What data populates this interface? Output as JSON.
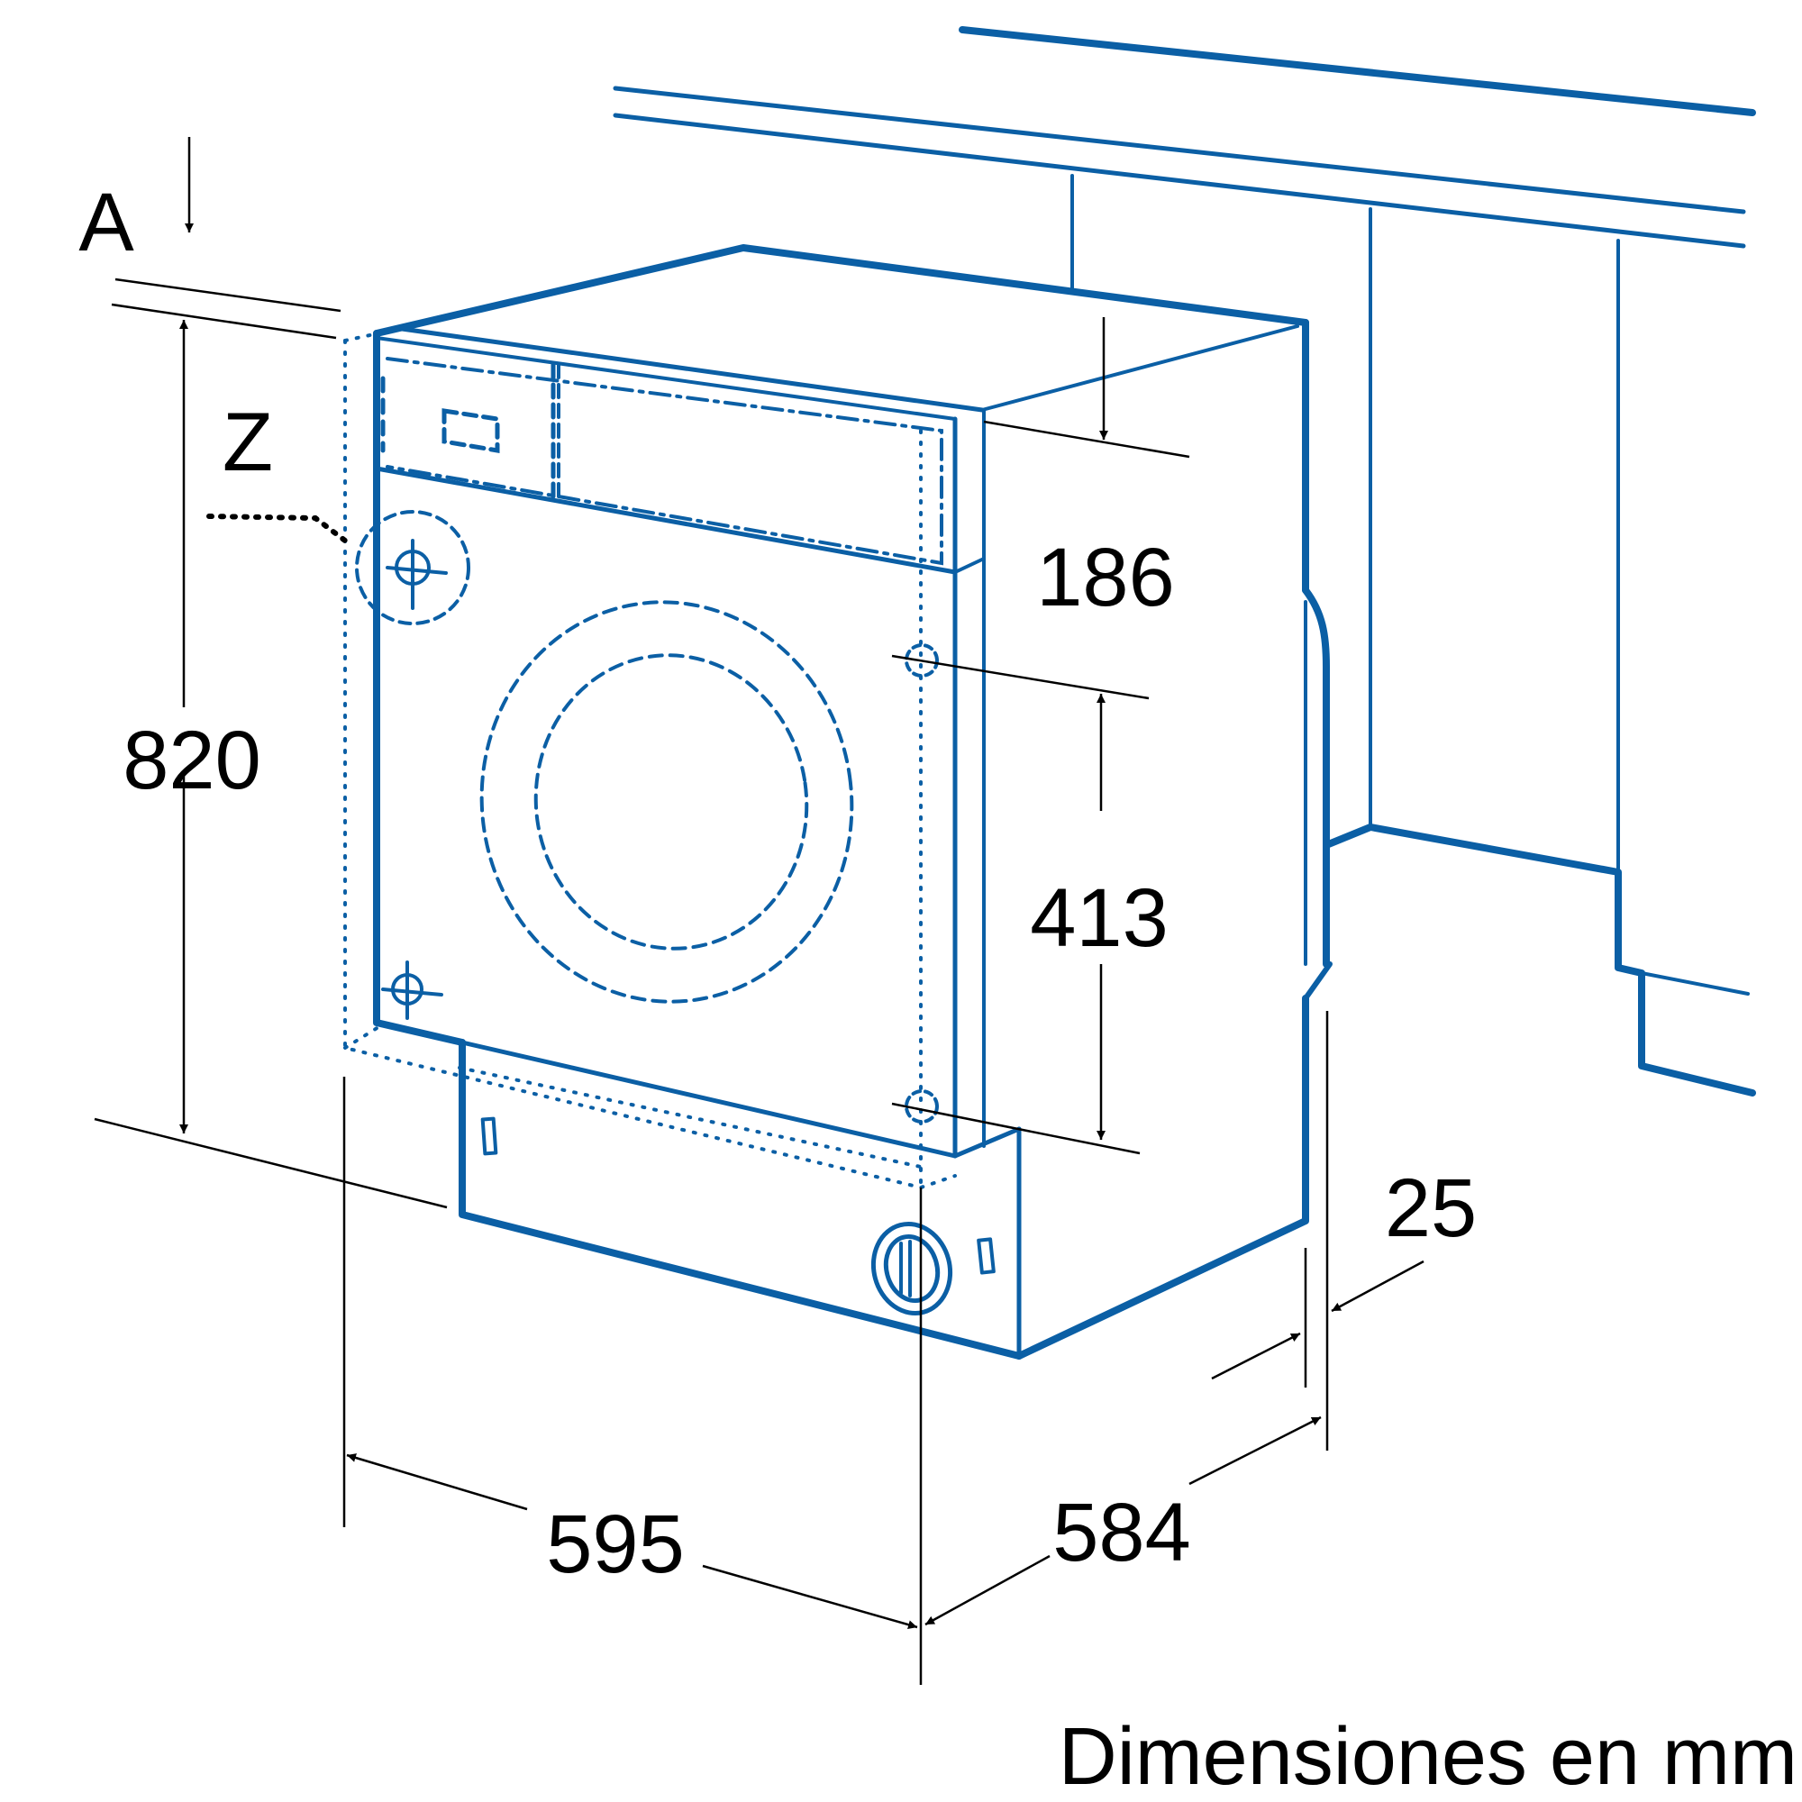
{
  "labels": {
    "a": "A",
    "z": "Z",
    "height": "820",
    "top_offset": "186",
    "door_height": "413",
    "clearance": "25",
    "width": "595",
    "depth": "584"
  },
  "caption": "Dimensiones en mm",
  "colors": {
    "appliance": "#0b5fa5",
    "dimension": "#000000",
    "background": "#ffffff"
  }
}
